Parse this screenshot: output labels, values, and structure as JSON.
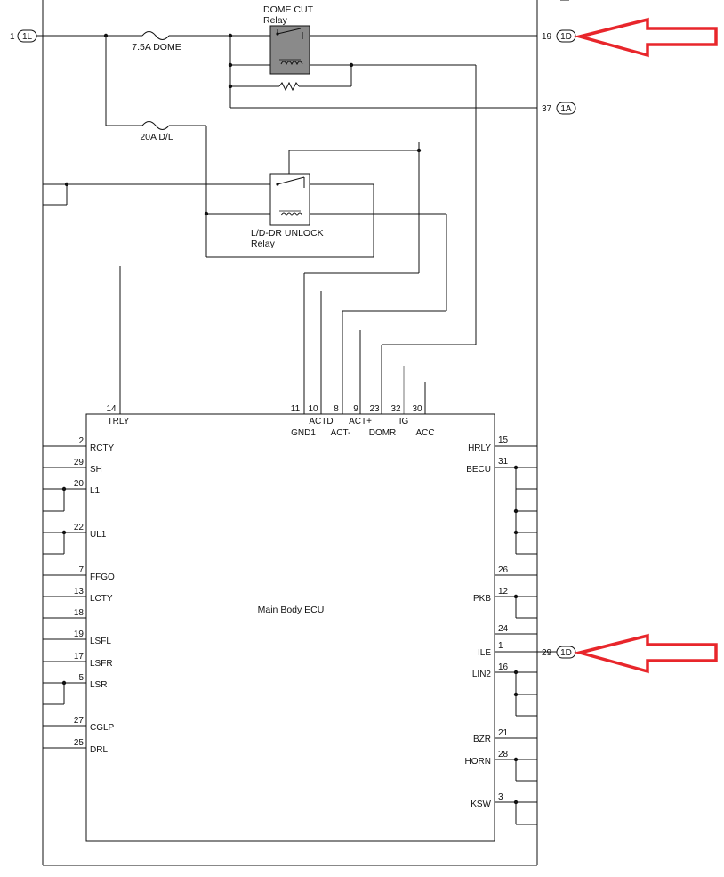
{
  "connectors": {
    "left_1": {
      "pin": "1",
      "id": "1L"
    },
    "right_19": {
      "pin": "19",
      "id": "1D"
    },
    "right_37": {
      "pin": "37",
      "id": "1A"
    },
    "right_29": {
      "pin": "29",
      "id": "1D"
    }
  },
  "components": {
    "fuse_dome": "7.5A DOME",
    "fuse_dl": "20A D/L",
    "relay_dome": {
      "line1": "DOME CUT",
      "line2": "Relay"
    },
    "relay_unlock": {
      "line1": "L/D-DR UNLOCK",
      "line2": "Relay"
    },
    "ecu": "Main Body ECU"
  },
  "top_pins": [
    {
      "num": "14",
      "name": "TRLY"
    },
    {
      "num": "11",
      "name": "GND1"
    },
    {
      "num": "10",
      "name": "ACTD"
    },
    {
      "num": "8",
      "name": "ACT-"
    },
    {
      "num": "9",
      "name": "ACT+"
    },
    {
      "num": "23",
      "name": "DOMR"
    },
    {
      "num": "32",
      "name": "IG"
    },
    {
      "num": "30",
      "name": "ACC"
    }
  ],
  "left_pins": [
    {
      "num": "2",
      "name": "RCTY"
    },
    {
      "num": "29",
      "name": "SH"
    },
    {
      "num": "20",
      "name": "L1"
    },
    {
      "num": "22",
      "name": "UL1"
    },
    {
      "num": "7",
      "name": "FFGO"
    },
    {
      "num": "13",
      "name": "LCTY"
    },
    {
      "num": "18",
      "name": ""
    },
    {
      "num": "19",
      "name": "LSFL"
    },
    {
      "num": "17",
      "name": "LSFR"
    },
    {
      "num": "5",
      "name": "LSR"
    },
    {
      "num": "27",
      "name": "CGLP"
    },
    {
      "num": "25",
      "name": "DRL"
    }
  ],
  "right_pins": [
    {
      "num": "15",
      "name": "HRLY"
    },
    {
      "num": "31",
      "name": "BECU"
    },
    {
      "num": "26",
      "name": ""
    },
    {
      "num": "12",
      "name": "PKB"
    },
    {
      "num": "24",
      "name": ""
    },
    {
      "num": "1",
      "name": "ILE"
    },
    {
      "num": "16",
      "name": "LIN2"
    },
    {
      "num": "21",
      "name": "BZR"
    },
    {
      "num": "28",
      "name": "HORN"
    },
    {
      "num": "3",
      "name": "KSW"
    }
  ],
  "colors": {
    "wire": "#111111",
    "highlight_arrow": "#e8262b",
    "relay_fill": "#8a8a8a"
  }
}
